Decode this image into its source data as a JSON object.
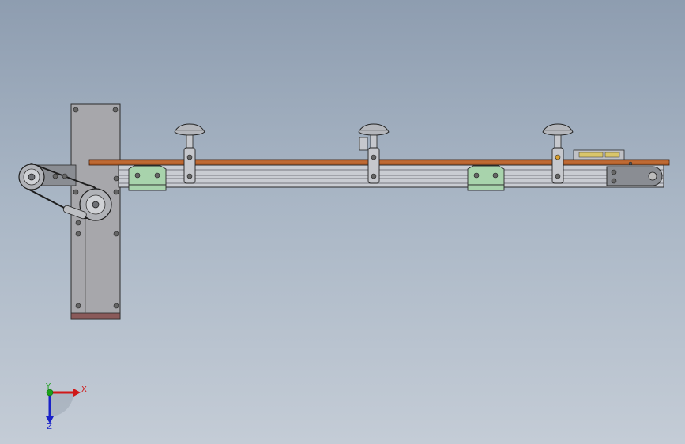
{
  "view": {
    "background_top": "#8e9db0",
    "background_bottom": "#c4ccd6"
  },
  "model": {
    "belt_color": "#b5602a",
    "frame_color": "#c9ccd2",
    "bracket_color": "#a8d3ac",
    "plate_color": "#a7a7ab",
    "plate_base_color": "#8a5a5a"
  },
  "triad": {
    "x_label": "X",
    "y_label": "Y",
    "z_label": "Z",
    "x_color": "#d01818",
    "y_color": "#1aa01a",
    "z_color": "#1a22c8"
  }
}
